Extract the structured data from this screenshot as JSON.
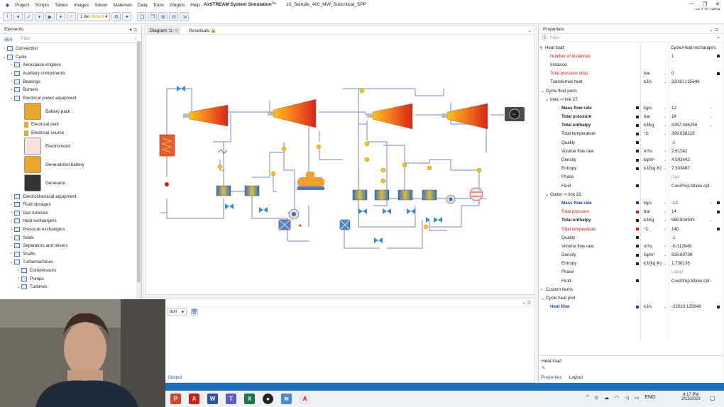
{
  "menu": [
    "Project",
    "Scripts",
    "Tables",
    "Images",
    "Solver",
    "Materials",
    "Data",
    "Tools",
    "Plugins",
    "Help"
  ],
  "app_title": "AxSTREAM System Simulation™",
  "file_name": "10_Sample_400_MW_Subcritical_SPP",
  "version": "ver 3.10.1.4004",
  "toolbar": {
    "iter_label": "1 iter",
    "iter_note": "default"
  },
  "elements": {
    "title": "Elements",
    "filter_placeholder": "Filter",
    "tree": [
      {
        "label": "Convection",
        "level": 0,
        "exp": ">"
      },
      {
        "label": "Cycle",
        "level": 0,
        "exp": "v"
      },
      {
        "label": "Aerospace engines",
        "level": 1,
        "exp": ">"
      },
      {
        "label": "Auxiliary components",
        "level": 1,
        "exp": ">"
      },
      {
        "label": "Bearings",
        "level": 1,
        "exp": ">"
      },
      {
        "label": "Burners",
        "level": 1,
        "exp": ">"
      },
      {
        "label": "Electrical power equipment",
        "level": 1,
        "exp": "v"
      }
    ],
    "electrical": [
      {
        "label": "Battery pack",
        "type": "big",
        "icon": "battery-pack-icon"
      },
      {
        "label": "Electrical joint",
        "type": "small",
        "icon": "electrical-joint-icon"
      },
      {
        "label": "Electrical source",
        "type": "small",
        "icon": "electrical-source-icon"
      },
      {
        "label": "Electromotor",
        "type": "big",
        "icon": "electromotor-icon"
      },
      {
        "label": "Generalized battery",
        "type": "big",
        "icon": "generalized-battery-icon"
      },
      {
        "label": "Generator",
        "type": "big",
        "icon": "generator-icon"
      }
    ],
    "tree2": [
      {
        "label": "Electrochemical equipment",
        "level": 1,
        "exp": ">"
      },
      {
        "label": "Fluid storages",
        "level": 1,
        "exp": ">"
      },
      {
        "label": "Gas turbines",
        "level": 1,
        "exp": ">"
      },
      {
        "label": "Heat exchangers",
        "level": 1,
        "exp": ">"
      },
      {
        "label": "Pressure exchangers",
        "level": 1,
        "exp": ">"
      },
      {
        "label": "Seals",
        "level": 1,
        "exp": ">"
      },
      {
        "label": "Separators and mixers",
        "level": 1,
        "exp": ">"
      },
      {
        "label": "Shafts",
        "level": 1,
        "exp": ">"
      },
      {
        "label": "Turbomachines",
        "level": 1,
        "exp": "v"
      },
      {
        "label": "Compressors",
        "level": 2,
        "exp": ">"
      },
      {
        "label": "Pumps",
        "level": 2,
        "exp": ">"
      },
      {
        "label": "Turbines",
        "level": 2,
        "exp": "v"
      }
    ]
  },
  "diagram": {
    "tabs": [
      "Diagram",
      "Residuals"
    ]
  },
  "output": {
    "combo": "tion",
    "tab": "Output"
  },
  "properties": {
    "title": "Properties",
    "filter_placeholder": "Filter",
    "header_name": "Heat load",
    "header_value": "Cycle/Heat exchangers",
    "rows": [
      {
        "name": "Number of instances",
        "style": "red",
        "unit": "",
        "val": "1",
        "mk": false,
        "pin": true,
        "indent": 0
      },
      {
        "name": "Instance",
        "style": "",
        "unit": "",
        "val": "",
        "mk": false,
        "pin": false,
        "indent": 0
      },
      {
        "name": "Total pressure drop",
        "style": "red",
        "unit": "bar",
        "val": "0",
        "mk": false,
        "pin": true,
        "indent": 0
      },
      {
        "name": "Transferred heat",
        "style": "",
        "unit": "kJ/s",
        "val": "32010.135648",
        "mk": false,
        "pin": false,
        "indent": 0
      },
      {
        "name": "Cycle fluid ports",
        "style": "grp",
        "unit": "",
        "val": "",
        "mk": false,
        "pin": false,
        "indent": -1,
        "exp": "v"
      },
      {
        "name": "Inlet -> link 27",
        "style": "grp",
        "unit": "",
        "val": "",
        "mk": false,
        "pin": false,
        "indent": 0,
        "exp": "v"
      },
      {
        "name": "Mass flow rate",
        "style": "bold",
        "unit": "kg/s",
        "val": "12",
        "mk": true,
        "pin": false,
        "indent": 1,
        "vdd": true
      },
      {
        "name": "Total pressure",
        "style": "bold",
        "unit": "bar",
        "val": "14",
        "mk": true,
        "pin": false,
        "indent": 1,
        "vdd": true
      },
      {
        "name": "Total enthalpy",
        "style": "bold",
        "unit": "kJ/kg",
        "val": "3257.346259",
        "mk": true,
        "pin": false,
        "indent": 1,
        "vdd": true
      },
      {
        "name": "Total temperature",
        "style": "",
        "unit": "°C",
        "val": "399.658128",
        "mk": true,
        "pin": false,
        "indent": 1
      },
      {
        "name": "Quality",
        "style": "",
        "unit": "",
        "val": "-1",
        "mk": true,
        "pin": false,
        "indent": 1
      },
      {
        "name": "Volume flow rate",
        "style": "",
        "unit": "m³/s",
        "val": "2.61242",
        "mk": true,
        "pin": false,
        "indent": 1
      },
      {
        "name": "Density",
        "style": "",
        "unit": "kg/m³",
        "val": "4.593442",
        "mk": true,
        "pin": false,
        "indent": 1
      },
      {
        "name": "Entropy",
        "style": "",
        "unit": "kJ/(kg·K)",
        "val": "7.303487",
        "mk": true,
        "pin": false,
        "indent": 1
      },
      {
        "name": "Phase",
        "style": "",
        "unit": "",
        "val": "Gas",
        "mk": false,
        "pin": false,
        "indent": 1,
        "gv": true
      },
      {
        "name": "Fluid",
        "style": "",
        "unit": "",
        "val": "CoolProp:Water.cpf",
        "mk": true,
        "pin": false,
        "indent": 1,
        "vdd": true
      },
      {
        "name": "Outlet -> link 33",
        "style": "grp",
        "unit": "",
        "val": "",
        "mk": false,
        "pin": false,
        "indent": 0,
        "exp": "v"
      },
      {
        "name": "Mass flow rate",
        "style": "blue",
        "unit": "kg/s",
        "val": "-12",
        "mk": true,
        "pin": true,
        "indent": 1,
        "vdd": true
      },
      {
        "name": "Total pressure",
        "style": "red",
        "unit": "bar",
        "val": "14",
        "mk": true,
        "pin": true,
        "indent": 1
      },
      {
        "name": "Total enthalpy",
        "style": "bold",
        "unit": "kJ/kg",
        "val": "589.834935",
        "mk": true,
        "pin": false,
        "indent": 1,
        "vdd": true
      },
      {
        "name": "Total temperature",
        "style": "red",
        "unit": "°C",
        "val": "140",
        "mk": true,
        "pin": true,
        "indent": 1
      },
      {
        "name": "Quality",
        "style": "",
        "unit": "",
        "val": "-1",
        "mk": true,
        "pin": false,
        "indent": 1
      },
      {
        "name": "Volume flow rate",
        "style": "",
        "unit": "m³/s",
        "val": "-0.012949",
        "mk": true,
        "pin": false,
        "indent": 1
      },
      {
        "name": "Density",
        "style": "",
        "unit": "kg/m³",
        "val": "926.69736",
        "mk": true,
        "pin": false,
        "indent": 1
      },
      {
        "name": "Entropy",
        "style": "",
        "unit": "kJ/(kg·K)",
        "val": "1.738136",
        "mk": true,
        "pin": false,
        "indent": 1
      },
      {
        "name": "Phase",
        "style": "",
        "unit": "",
        "val": "Liquid",
        "mk": false,
        "pin": false,
        "indent": 1,
        "gv": true
      },
      {
        "name": "Fluid",
        "style": "",
        "unit": "",
        "val": "CoolProp:Water.cpf",
        "mk": true,
        "pin": false,
        "indent": 1,
        "vdd": true
      },
      {
        "name": "Custom items",
        "style": "grp",
        "unit": "",
        "val": "",
        "mk": false,
        "pin": false,
        "indent": -1,
        "exp": ">"
      },
      {
        "name": "Cycle heat port",
        "style": "grp",
        "unit": "",
        "val": "",
        "mk": false,
        "pin": false,
        "indent": -1,
        "exp": "v"
      },
      {
        "name": "Heat flow",
        "style": "blue",
        "unit": "kJ/s",
        "val": "-32010.135648",
        "mk": true,
        "pin": true,
        "indent": 0
      }
    ],
    "footer_title": "Heat load",
    "tabs": [
      "Properties",
      "Layout"
    ]
  },
  "taskbar": {
    "lang": "ENG",
    "time": "4:17 PM",
    "date": "2/13/2023"
  }
}
